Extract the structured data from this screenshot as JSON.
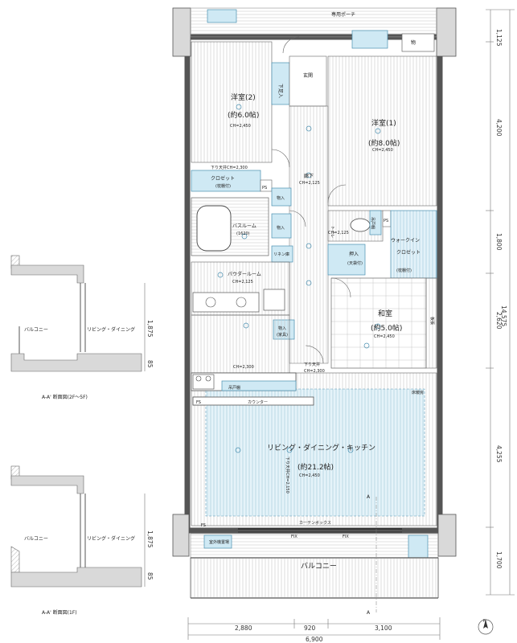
{
  "labels": {
    "porch": "専用ポーチ",
    "storage": "物",
    "entrance": "玄関",
    "shoebox": "下足入",
    "room2_name": "洋室(2)",
    "room2_size": "(約6.0帖)",
    "room2_ch": "CH=2,450",
    "room1_name": "洋室(1)",
    "room1_size": "(約8.0帖)",
    "room1_ch": "CH=2,450",
    "soffit_1": "下り天井CH=2,300",
    "closet_1": "クロゼット",
    "closet_1_sub": "(枕棚付)",
    "ps_1": "PS",
    "hallway": "廊下",
    "hallway_ch": "CH=2,125",
    "bathroom": "バスルーム",
    "bathroom_size": "(1620)",
    "storage_in_1": "物入",
    "storage_in_2": "物入",
    "toilet": "トイレ",
    "toilet_ch": "CH=2,125",
    "toilet_cabinet": "吊戸棚",
    "ps_2": "PS",
    "walkin": "ウォークイン",
    "walkin_sub": "クロゼット",
    "walkin_sub2": "(枕棚付)",
    "linen": "リネン庫",
    "powder": "パウダールーム",
    "powder_ch": "CH=2,125",
    "oshiire": "押入",
    "oshiire_sub": "(天袋付)",
    "washitsu": "和室",
    "washitsu_size": "(約5.0帖)",
    "washitsu_ch": "CH=2,450",
    "itabari": "板張",
    "storage_in_3": "物入",
    "storage_in_3_sub": "(家具)",
    "soffit_2": "CH=2,300",
    "soffit_3": "下り天井",
    "soffit_3b": "CH=2,300",
    "hanging_shelf": "吊戸棚",
    "counter": "カウンター",
    "fs_1": "FS",
    "floor_heating": "床暖房",
    "ldk": "リビング・ダイニング・キッチン",
    "ldk_size": "(約21.2帖)",
    "ldk_ch": "CH=2,450",
    "ldk_soffit": "下り天井CH=2,150",
    "curtain_box": "カーテンボックス",
    "fs_2": "FS",
    "fix_1": "FIX",
    "fix_2": "FIX",
    "aircon": "室外機置場",
    "balcony": "バルコニー",
    "section_a": "A",
    "section_a2": "A",
    "section_a3": "A",
    "compass_n": "N",
    "kitchen": "キッチン"
  },
  "dimensions": {
    "right": [
      "1,125",
      "4,200",
      "1,800",
      "2,620",
      "4,255",
      "1,700"
    ],
    "total_right": "14,575",
    "bottom_segments": [
      "2,880",
      "920",
      "3,100"
    ],
    "bottom_total": "6,900"
  },
  "sections": [
    {
      "balcony": "バルコニー",
      "living": "リビング・ダイニング",
      "dim_top": "1,875",
      "dim_bottom": "85",
      "caption": "A-A' 断面図(2F～5F)"
    },
    {
      "balcony": "バルコニー",
      "living": "リビング・ダイニング",
      "dim_top": "1,875",
      "dim_bottom": "85",
      "caption": "A-A' 断面図(1F)"
    }
  ],
  "colors": {
    "fixture": "#cfe9f4",
    "fixture_stroke": "#4a8fb0",
    "wall": "#d9d9d9"
  }
}
